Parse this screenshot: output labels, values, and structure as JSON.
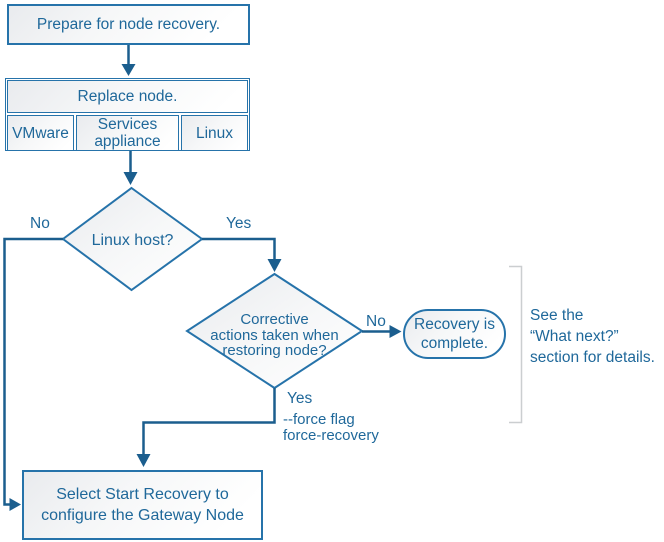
{
  "colors": {
    "line": "#1b5e8e",
    "border": "#2673aa",
    "text": "#1f689a",
    "bracket": "#cbced0",
    "shape_fill_top": "#e9ebee",
    "shape_fill_bottom": "#ffffff"
  },
  "nodes": {
    "prepare": {
      "label": "Prepare for node recovery."
    },
    "replace": {
      "label": "Replace node.",
      "cells": [
        "VMware",
        "Services appliance",
        "Linux"
      ]
    },
    "linux_host": {
      "label": "Linux host?"
    },
    "corrective": {
      "lines": [
        "Corrective",
        "actions taken when",
        "restoring node?"
      ]
    },
    "recovery_complete": {
      "lines": [
        "Recovery is",
        "complete."
      ]
    },
    "start_recovery": {
      "lines": [
        "Select Start Recovery to",
        "configure the Gateway Node"
      ]
    }
  },
  "edge_labels": {
    "linux_no": "No",
    "linux_yes": "Yes",
    "corrective_no": "No",
    "corrective_yes": "Yes",
    "force_lines": [
      "--force flag",
      "force-recovery"
    ]
  },
  "note": {
    "lines": [
      "See the",
      "“What next?”",
      "section for details."
    ]
  }
}
